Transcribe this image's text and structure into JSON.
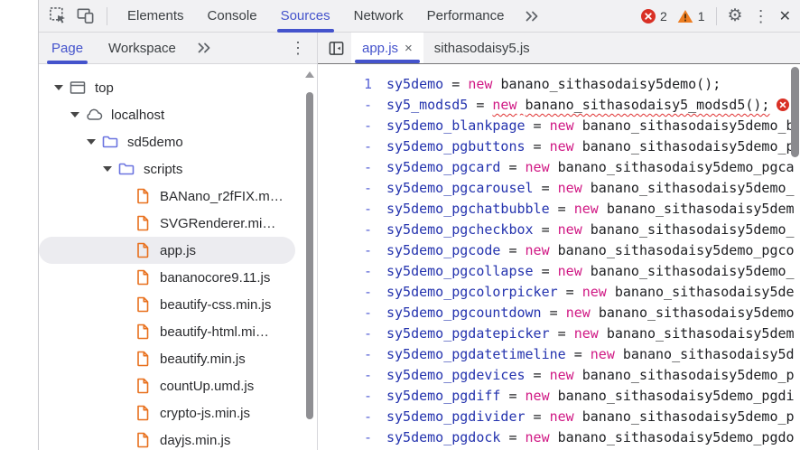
{
  "colors": {
    "accent": "#4453cc",
    "folder_icon": "#6b74e0",
    "file_icon": "#e8701d",
    "keyword": "#d01884",
    "variable": "#2433ae",
    "gutter": "#5661d6",
    "error": "#d93025",
    "warning": "#ed7d21"
  },
  "toolbar": {
    "panel_tabs": [
      "Elements",
      "Console",
      "Sources",
      "Network",
      "Performance"
    ],
    "active_panel": "Sources",
    "error_count": "2",
    "warning_count": "1"
  },
  "navigator": {
    "tabs": [
      "Page",
      "Workspace"
    ],
    "active_tab": "Page",
    "tree": [
      {
        "label": "top",
        "icon": "frame",
        "depth": 0,
        "expandable": true
      },
      {
        "label": "localhost",
        "icon": "cloud",
        "depth": 1,
        "expandable": true
      },
      {
        "label": "sd5demo",
        "icon": "folder",
        "depth": 2,
        "expandable": true
      },
      {
        "label": "scripts",
        "icon": "folder",
        "depth": 3,
        "expandable": true
      },
      {
        "label": "BANano_r2fFIX.m…",
        "icon": "file",
        "depth": 4
      },
      {
        "label": "SVGRenderer.mi…",
        "icon": "file",
        "depth": 4
      },
      {
        "label": "app.js",
        "icon": "file",
        "depth": 4,
        "selected": true
      },
      {
        "label": "bananocore9.11.js",
        "icon": "file",
        "depth": 4
      },
      {
        "label": "beautify-css.min.js",
        "icon": "file",
        "depth": 4
      },
      {
        "label": "beautify-html.mi…",
        "icon": "file",
        "depth": 4
      },
      {
        "label": "beautify.min.js",
        "icon": "file",
        "depth": 4
      },
      {
        "label": "countUp.umd.js",
        "icon": "file",
        "depth": 4
      },
      {
        "label": "crypto-js.min.js",
        "icon": "file",
        "depth": 4
      },
      {
        "label": "dayjs.min.js",
        "icon": "file",
        "depth": 4
      }
    ]
  },
  "editor": {
    "tabs": [
      {
        "label": "app.js",
        "active": true,
        "close_glyph": "×"
      },
      {
        "label": "sithasodaisy5.js",
        "active": false
      }
    ],
    "lines": [
      {
        "gutter": "1",
        "variable": "sy5demo",
        "keyword": "new",
        "rest": "banano_sithasodaisy5demo();"
      },
      {
        "gutter": "-",
        "variable": "sy5_modsd5",
        "keyword": "new",
        "rest": "banano_sithasodaisy5_modsd5();",
        "squiggle": true,
        "error": true
      },
      {
        "gutter": "-",
        "variable": "sy5demo_blankpage",
        "keyword": "new",
        "rest": "banano_sithasodaisy5demo_b"
      },
      {
        "gutter": "-",
        "variable": "sy5demo_pgbuttons",
        "keyword": "new",
        "rest": "banano_sithasodaisy5demo_p"
      },
      {
        "gutter": "-",
        "variable": "sy5demo_pgcard",
        "keyword": "new",
        "rest": "banano_sithasodaisy5demo_pgca"
      },
      {
        "gutter": "-",
        "variable": "sy5demo_pgcarousel",
        "keyword": "new",
        "rest": "banano_sithasodaisy5demo_"
      },
      {
        "gutter": "-",
        "variable": "sy5demo_pgchatbubble",
        "keyword": "new",
        "rest": "banano_sithasodaisy5dem"
      },
      {
        "gutter": "-",
        "variable": "sy5demo_pgcheckbox",
        "keyword": "new",
        "rest": "banano_sithasodaisy5demo_"
      },
      {
        "gutter": "-",
        "variable": "sy5demo_pgcode",
        "keyword": "new",
        "rest": "banano_sithasodaisy5demo_pgco"
      },
      {
        "gutter": "-",
        "variable": "sy5demo_pgcollapse",
        "keyword": "new",
        "rest": "banano_sithasodaisy5demo_"
      },
      {
        "gutter": "-",
        "variable": "sy5demo_pgcolorpicker",
        "keyword": "new",
        "rest": "banano_sithasodaisy5de"
      },
      {
        "gutter": "-",
        "variable": "sy5demo_pgcountdown",
        "keyword": "new",
        "rest": "banano_sithasodaisy5demo"
      },
      {
        "gutter": "-",
        "variable": "sy5demo_pgdatepicker",
        "keyword": "new",
        "rest": "banano_sithasodaisy5dem"
      },
      {
        "gutter": "-",
        "variable": "sy5demo_pgdatetimeline",
        "keyword": "new",
        "rest": "banano_sithasodaisy5d"
      },
      {
        "gutter": "-",
        "variable": "sy5demo_pgdevices",
        "keyword": "new",
        "rest": "banano_sithasodaisy5demo_p"
      },
      {
        "gutter": "-",
        "variable": "sy5demo_pgdiff",
        "keyword": "new",
        "rest": "banano_sithasodaisy5demo_pgdi"
      },
      {
        "gutter": "-",
        "variable": "sy5demo_pgdivider",
        "keyword": "new",
        "rest": "banano_sithasodaisy5demo_p"
      },
      {
        "gutter": "-",
        "variable": "sy5demo_pgdock",
        "keyword": "new",
        "rest": "banano_sithasodaisy5demo_pgdo"
      }
    ]
  }
}
